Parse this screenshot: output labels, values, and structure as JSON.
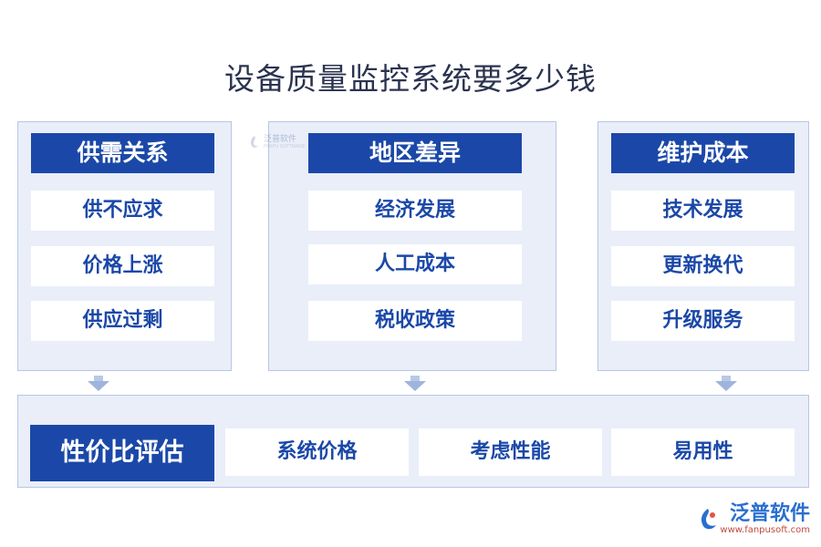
{
  "title": "设备质量监控系统要多少钱",
  "columns": [
    {
      "heading": "供需关系",
      "items": [
        "供不应求",
        "价格上涨",
        "供应过剩"
      ]
    },
    {
      "heading": "地区差异",
      "items": [
        "经济发展",
        "人工成本",
        "税收政策"
      ]
    },
    {
      "heading": "维护成本",
      "items": [
        "技术发展",
        "更新换代",
        "升级服务"
      ]
    }
  ],
  "summary": {
    "heading": "性价比评估",
    "items": [
      "系统价格",
      "考虑性能",
      "易用性"
    ]
  },
  "watermark": {
    "name": "泛普软件",
    "sub": "FANPU SOFTWARE"
  },
  "logo": {
    "name": "泛普软件",
    "url": "www.fanpusoft.com",
    "icon": "fanpu-logo-icon"
  },
  "colors": {
    "accent": "#1b48a8",
    "panel": "#e9eef9",
    "panel_border": "#b9c6e4",
    "arrow": "#9fb4dd"
  }
}
